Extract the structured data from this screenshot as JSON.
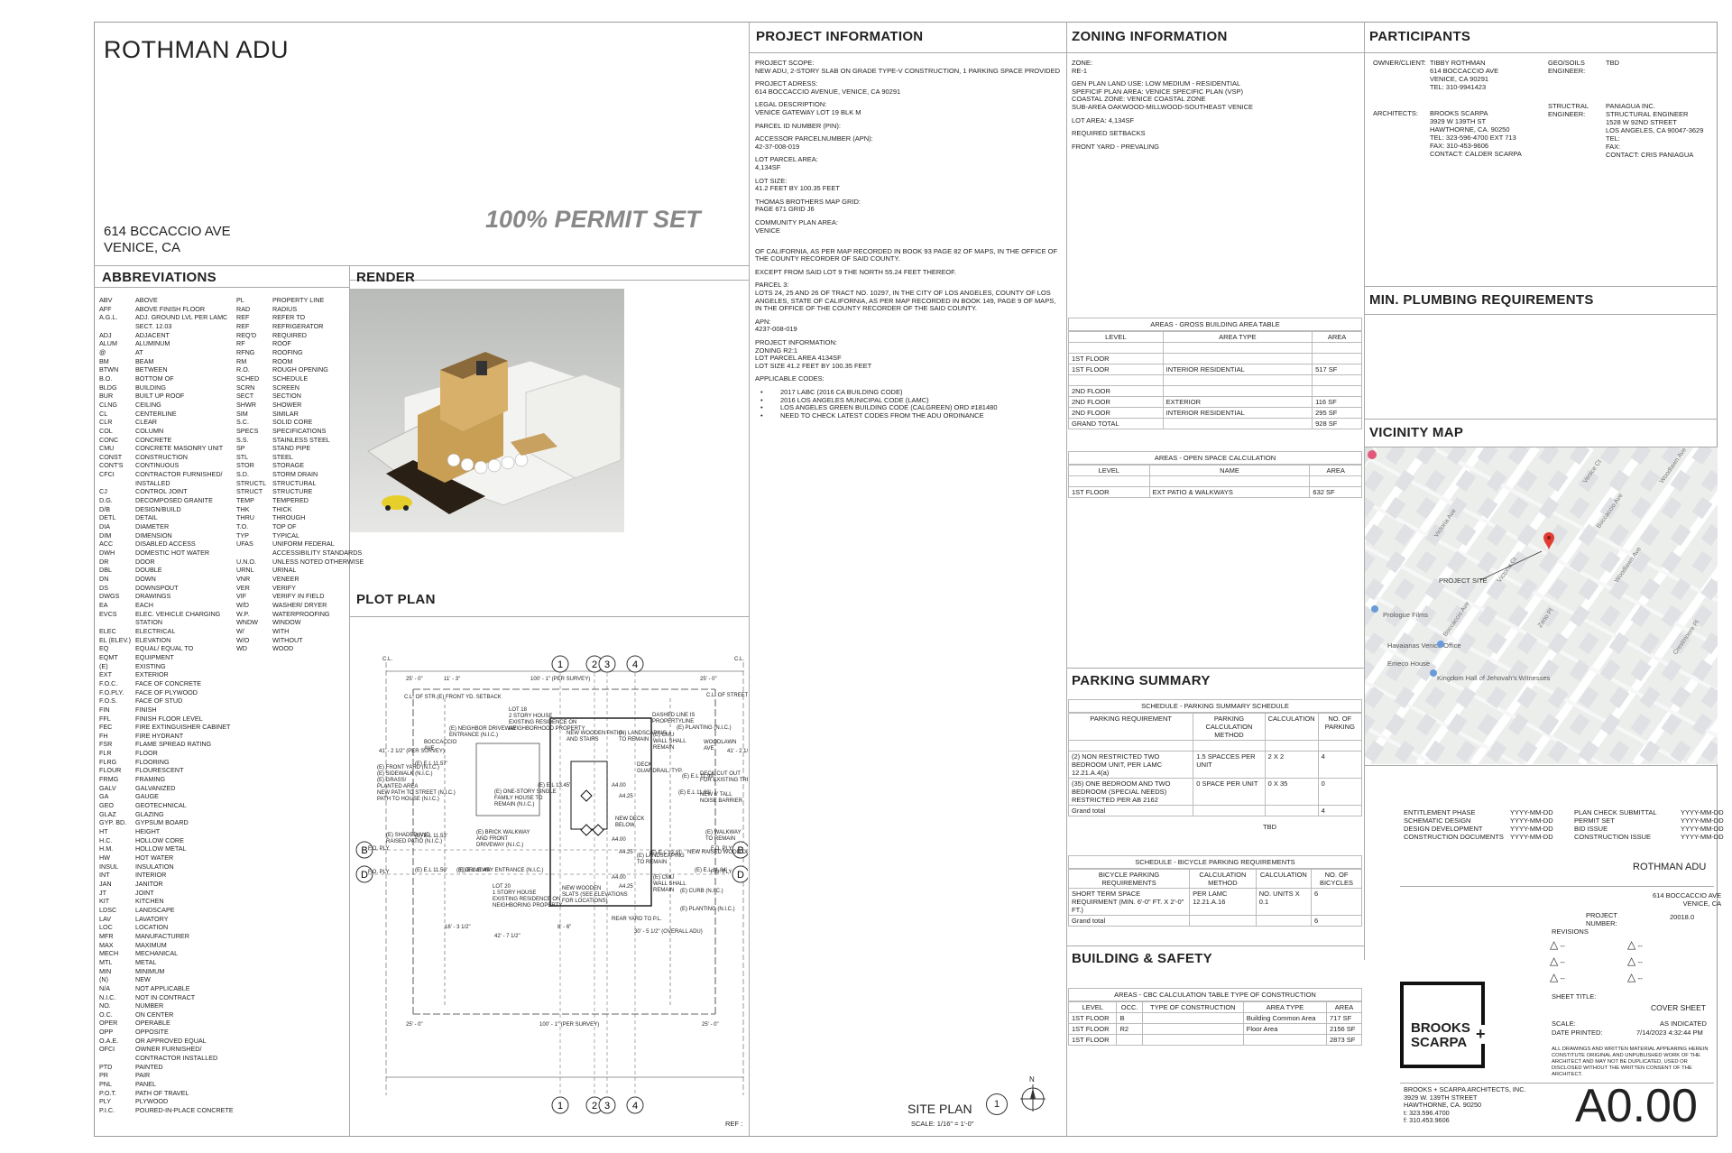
{
  "title_block": {
    "project_name": "ROTHMAN ADU",
    "address_line1": "614 BCCACCIO AVE",
    "address_line2": "VENICE, CA",
    "permit_label": "100% PERMIT SET"
  },
  "sections": {
    "abbreviations": "ABBREVIATIONS",
    "render": "RENDER",
    "plot_plan": "PLOT PLAN",
    "project_information": "PROJECT INFORMATION",
    "zoning_information": "ZONING INFORMATION",
    "participants": "PARTICIPANTS",
    "min_plumbing": "MIN. PLUMBING REQUIREMENTS",
    "vicinity_map": "VICINITY MAP",
    "parking_summary": "PARKING SUMMARY",
    "building_safety": "BUILDING & SAFETY"
  },
  "abbreviations_left": [
    [
      "ABV",
      "ABOVE"
    ],
    [
      "AFF",
      "ABOVE FINISH FLOOR"
    ],
    [
      "A.G.L.",
      "ADJ. GROUND LVL PER LAMC SECT. 12.03"
    ],
    [
      "ADJ",
      "ADJACENT"
    ],
    [
      "ALUM",
      "ALUMINUM"
    ],
    [
      "@",
      "AT"
    ],
    [
      "BM",
      "BEAM"
    ],
    [
      "BTWN",
      "BETWEEN"
    ],
    [
      "B.O.",
      "BOTTOM OF"
    ],
    [
      "BLDG",
      "BUILDING"
    ],
    [
      "BUR",
      "BUILT UP ROOF"
    ],
    [
      "CLNG",
      "CEILING"
    ],
    [
      "CL",
      "CENTERLINE"
    ],
    [
      "CLR",
      "CLEAR"
    ],
    [
      "COL",
      "COLUMN"
    ],
    [
      "CONC",
      "CONCRETE"
    ],
    [
      "CMU",
      "CONCRETE MASONRY UNIT"
    ],
    [
      "CONST",
      "CONSTRUCTION"
    ],
    [
      "CONT'S",
      "CONTINUOUS"
    ],
    [
      "CFCI",
      "CONTRACTOR FURNISHED/ INSTALLED"
    ],
    [
      "CJ",
      "CONTROL JOINT"
    ],
    [
      "D.G.",
      "DECOMPOSED GRANITE"
    ],
    [
      "D/B",
      "DESIGN/BUILD"
    ],
    [
      "DETL",
      "DETAIL"
    ],
    [
      "DIA",
      "DIAMETER"
    ],
    [
      "DIM",
      "DIMENSION"
    ],
    [
      "ACC",
      "DISABLED ACCESS"
    ],
    [
      "DWH",
      "DOMESTIC HOT WATER"
    ],
    [
      "DR",
      "DOOR"
    ],
    [
      "DBL",
      "DOUBLE"
    ],
    [
      "DN",
      "DOWN"
    ],
    [
      "DS",
      "DOWNSPOUT"
    ],
    [
      "DWGS",
      "DRAWINGS"
    ],
    [
      "EA",
      "EACH"
    ],
    [
      "EVCS",
      "ELEC. VEHICLE CHARGING STATION"
    ],
    [
      "ELEC",
      "ELECTRICAL"
    ],
    [
      "EL (ELEV.)",
      "ELEVATION"
    ],
    [
      "EQ",
      "EQUAL/ EQUAL TO"
    ],
    [
      "EQMT",
      "EQUIPMENT"
    ],
    [
      "(E)",
      "EXISTING"
    ],
    [
      "EXT",
      "EXTERIOR"
    ],
    [
      "F.O.C.",
      "FACE OF CONCRETE"
    ],
    [
      "F.O.PLY.",
      "FACE OF PLYWOOD"
    ],
    [
      "F.O.S.",
      "FACE OF STUD"
    ],
    [
      "FIN",
      "FINISH"
    ],
    [
      "FFL",
      "FINISH FLOOR LEVEL"
    ],
    [
      "FEC",
      "FIRE EXTINGUISHER CABINET"
    ],
    [
      "FH",
      "FIRE HYDRANT"
    ],
    [
      "FSR",
      "FLAME SPREAD RATING"
    ],
    [
      "FLR",
      "FLOOR"
    ],
    [
      "FLRG",
      "FLOORING"
    ],
    [
      "FLOUR",
      "FLOURESCENT"
    ],
    [
      "FRMG",
      "FRAMING"
    ],
    [
      "GALV",
      "GALVANIZED"
    ],
    [
      "GA",
      "GAUGE"
    ],
    [
      "GEO",
      "GEOTECHNICAL"
    ],
    [
      "GLAZ",
      "GLAZING"
    ],
    [
      "GYP. BD.",
      "GYPSUM BOARD"
    ],
    [
      "HT",
      "HEIGHT"
    ],
    [
      "H.C.",
      "HOLLOW CORE"
    ],
    [
      "H.M.",
      "HOLLOW METAL"
    ],
    [
      "HW",
      "HOT WATER"
    ],
    [
      "INSUL",
      "INSULATION"
    ],
    [
      "INT",
      "INTERIOR"
    ],
    [
      "JAN",
      "JANITOR"
    ],
    [
      "JT",
      "JOINT"
    ],
    [
      "KIT",
      "KITCHEN"
    ],
    [
      "LDSC",
      "LANDSCAPE"
    ],
    [
      "LAV",
      "LAVATORY"
    ],
    [
      "LOC",
      "LOCATION"
    ],
    [
      "MFR",
      "MANUFACTURER"
    ],
    [
      "MAX",
      "MAXIMUM"
    ],
    [
      "MECH",
      "MECHANICAL"
    ],
    [
      "MTL",
      "METAL"
    ],
    [
      "MIN",
      "MINIMUM"
    ],
    [
      "(N)",
      "NEW"
    ],
    [
      "N/A",
      "NOT APPLICABLE"
    ],
    [
      "N.I.C.",
      "NOT IN CONTRACT"
    ],
    [
      "NO.",
      "NUMBER"
    ],
    [
      "O.C.",
      "ON CENTER"
    ],
    [
      "OPER",
      "OPERABLE"
    ],
    [
      "OPP",
      "OPPOSITE"
    ],
    [
      "O.A.E.",
      "OR APPROVED EQUAL"
    ],
    [
      "OFCI",
      "OWNER FURNISHED/ CONTRACTOR INSTALLED"
    ],
    [
      "PTD",
      "PAINTED"
    ],
    [
      "PR",
      "PAIR"
    ],
    [
      "PNL",
      "PANEL"
    ],
    [
      "P.O.T.",
      "PATH OF TRAVEL"
    ],
    [
      "PLY",
      "PLYWOOD"
    ],
    [
      "P.I.C.",
      "POURED-IN-PLACE CONCRETE"
    ]
  ],
  "abbreviations_right": [
    [
      "PL",
      "PROPERTY LINE"
    ],
    [
      "RAD",
      "RADIUS"
    ],
    [
      "REF",
      "REFER TO"
    ],
    [
      "REF",
      "REFRIGERATOR"
    ],
    [
      "REQ'D",
      "REQUIRED"
    ],
    [
      "RF",
      "ROOF"
    ],
    [
      "RFNG",
      "ROOFING"
    ],
    [
      "RM",
      "ROOM"
    ],
    [
      "R.O.",
      "ROUGH OPENING"
    ],
    [
      "SCHED",
      "SCHEDULE"
    ],
    [
      "SCRN",
      "SCREEN"
    ],
    [
      "SECT",
      "SECTION"
    ],
    [
      "SHWR",
      "SHOWER"
    ],
    [
      "SIM",
      "SIMILAR"
    ],
    [
      "S.C.",
      "SOLID CORE"
    ],
    [
      "SPECS",
      "SPECIFICATIONS"
    ],
    [
      "S.S.",
      "STAINLESS STEEL"
    ],
    [
      "SP",
      "STAND PIPE"
    ],
    [
      "STL",
      "STEEL"
    ],
    [
      "STOR",
      "STORAGE"
    ],
    [
      "S.D.",
      "STORM DRAIN"
    ],
    [
      "STRUCTL",
      "STRUCTURAL"
    ],
    [
      "STRUCT",
      "STRUCTURE"
    ],
    [
      "TEMP",
      "TEMPERED"
    ],
    [
      "THK",
      "THICK"
    ],
    [
      "THRU",
      "THROUGH"
    ],
    [
      "T.O.",
      "TOP OF"
    ],
    [
      "TYP",
      "TYPICAL"
    ],
    [
      "UFAS",
      "UNIFORM FEDERAL ACCESSIBILITY STANDARDS"
    ],
    [
      "U.N.O.",
      "UNLESS NOTED OTHERWISE"
    ],
    [
      "URNL",
      "URINAL"
    ],
    [
      "VNR",
      "VENEER"
    ],
    [
      "VER",
      "VERIFY"
    ],
    [
      "VIF",
      "VERIFY IN FIELD"
    ],
    [
      "W/D",
      "WASHER/ DRYER"
    ],
    [
      "W.P.",
      "WATERPROOFING"
    ],
    [
      "WNDW",
      "WINDOW"
    ],
    [
      "W/",
      "WITH"
    ],
    [
      "W/O",
      "WITHOUT"
    ],
    [
      "WD",
      "WOOD"
    ]
  ],
  "project_information": [
    "PROJECT SCOPE:\nNEW ADU, 2-STORY SLAB ON GRADE TYPE-V CONSTRUCTION, 1 PARKING SPACE PROVIDED",
    "PROJECT ADRESS:\n614 BOCCACCIO AVENUE, VENICE, CA 90291",
    "LEGAL DESCRIPTION:\nVENICE GATEWAY LOT 19 BLK M",
    "PARCEL ID NUMBER (PIN):",
    "ACCESSOR PARCELNUMBER (APN):\n42-37-008-019",
    "LOT PARCEL AREA:\n4,134SF",
    "LOT SIZE:\n41.2 FEET BY 100.35 FEET",
    "THOMAS BROTHERS MAP GRID:\nPAGE 671 GRID J6",
    "COMMUNITY PLAN AREA:\nVENICE",
    "\nOF CALIFORNIA, AS PER MAP RECORDED IN BOOK 93 PAGE 82 OF MAPS, IN THE OFFICE OF THE COUNTY RECORDER OF SAID COUNTY.",
    "EXCEPT FROM SAID LOT 9 THE NORTH 55.24 FEET THEREOF.",
    "PARCEL 3:\nLOTS 24, 25 AND 26 OF TRACT NO. 10297, IN THE CITY OF LOS ANGELES, COUNTY OF LOS ANGELES, STATE OF CALIFORNIA, AS PER MAP RECORDED IN BOOK 149, PAGE 9 OF MAPS, IN THE OFFICE OF THE COUNTY RECORDER OF THE SAID COUNTY.",
    "APN:\n4237-008-019",
    "PROJECT INFORMATION:\nZONING R2:1\nLOT PARCEL AREA 4134SF\nLOT SIZE 41.2 FEET BY 100.35 FEET",
    "APPLICABLE CODES:"
  ],
  "applicable_codes": [
    "2017 LABC (2016 CA BUILDING CODE)",
    "2016 LOS ANGELES MUNICIPAL CODE (LAMC)",
    "LOS ANGELES GREEN BUILDING CODE (CALGREEN) ORD #181480",
    "NEED TO CHECK LATEST CODES FROM THE ADU ORDINANCE"
  ],
  "zoning": [
    "ZONE:\nRE-1",
    "GEN PLAN LAND USE: LOW MEDIUM - RESIDENTIAL\nSPEFICIF PLAN AREA: VENICE SPECIFIC PLAN (VSP)\nCOASTAL ZONE: VENICE COASTAL ZONE\nSUB-AREA OAKWOOD-MILLWOOD-SOUTHEAST VENICE",
    "LOT AREA: 4,134SF",
    "REQUIRED SETBACKS",
    "FRONT YARD - PREVALING"
  ],
  "participants": {
    "owner_label": "OWNER/CLIENT:",
    "owner": "TIBBY ROTHMAN\n614 BOCCACCIO AVE\nVENICE, CA 90291\nTEL: 310-9941423",
    "geo_label": "GEO/SOILS\nENGINEER:",
    "geo": "TBD",
    "arch_label": "ARCHITECTS:",
    "arch": "BROOKS SCARPA\n3929 W 139TH ST\nHAWTHORNE, CA. 90250\nTEL: 323-596-4700 EXT 713\nFAX: 310-453-9606\nCONTACT: CALDER SCARPA",
    "struct_label": "STRUCTRAL\nENGINEER:",
    "struct": "PANIAGUA INC.\nSTRUCTURAL ENGINEER\n1528 W 92ND STREET\nLOS ANGELES, CA 90047-3629\nTEL:\nFAX:\nCONTACT: CRIS PANIAGUA"
  },
  "gross_area_table": {
    "title": "AREAS - GROSS BUILDING AREA TABLE",
    "headers": [
      "LEVEL",
      "AREA TYPE",
      "AREA"
    ],
    "rows": [
      [
        "",
        "",
        ""
      ],
      [
        "1ST FLOOR",
        "",
        ""
      ],
      [
        "1ST FLOOR",
        "INTERIOR RESIDENTIAL",
        "517 SF"
      ],
      [
        "",
        "",
        ""
      ],
      [
        "2ND FLOOR",
        "",
        ""
      ],
      [
        "2ND FLOOR",
        "EXTERIOR",
        "116 SF"
      ],
      [
        "2ND FLOOR",
        "INTERIOR RESIDENTIAL",
        "295 SF"
      ],
      [
        "GRAND TOTAL",
        "",
        "928 SF"
      ]
    ]
  },
  "open_space_table": {
    "title": "AREAS - OPEN SPACE CALCULATION",
    "headers": [
      "LEVEL",
      "NAME",
      "AREA"
    ],
    "rows": [
      [
        "",
        "",
        ""
      ],
      [
        "1ST FLOOR",
        "EXT PATIO & WALKWAYS",
        "632 SF"
      ]
    ]
  },
  "parking_table": {
    "title": "SCHEDULE - PARKING SUMMARY SCHEDULE",
    "headers": [
      "PARKING REQUIREMENT",
      "PARKING CALCULATION METHOD",
      "CALCULATION",
      "NO. OF PARKING"
    ],
    "rows": [
      [
        "",
        "",
        "",
        ""
      ],
      [
        "(2) NON RESTRICTED TWO BEDROOM UNIT, PER LAMC 12.21.A.4(a)",
        "1.5 SPACCES PER UNIT",
        "2 X 2",
        "4"
      ],
      [
        "(35) ONE BEDROOM AND TWO BEDROOM (SPECIAL NEEDS) RESTRICTED PER AB 2162",
        "0 SPACE PER UNIT",
        "0 X 35",
        "0"
      ],
      [
        "Grand total",
        "",
        "",
        "4"
      ]
    ]
  },
  "tbd_label": "TBD",
  "bicycle_table": {
    "title": "SCHEDULE - BICYCLE PARKING REQUIREMENTS",
    "headers": [
      "BICYCLE PARKING REQUIREMENTS",
      "CALCULATION METHOD",
      "CALCULATION",
      "NO. OF BICYCLES"
    ],
    "rows": [
      [
        "SHORT TERM SPACE REQUIRMENT (MIN. 6'-0\" FT. X 2'-0\" FT.)",
        "PER LAMC 12.21.A.16",
        "NO. UNITS X 0.1",
        "6"
      ],
      [
        "Grand total",
        "",
        "",
        "6"
      ]
    ]
  },
  "cbc_table": {
    "title": "AREAS - CBC CALCULATION TABLE TYPE OF CONSTRUCTION",
    "headers": [
      "LEVEL",
      "OCC.",
      "TYPE OF CONSTRUCTION",
      "AREA TYPE",
      "AREA"
    ],
    "rows": [
      [
        "1ST FLOOR",
        "B",
        "",
        "Building Common Area",
        "717 SF"
      ],
      [
        "1ST FLOOR",
        "R2",
        "",
        "Floor Area",
        "2156 SF"
      ],
      [
        "1ST FLOOR",
        "",
        "",
        "",
        "2873 SF"
      ]
    ]
  },
  "schedule": {
    "left": [
      [
        "ENTITLEMENT PHASE",
        "YYYY-MM-DD"
      ],
      [
        "SCHEMATIC DESIGN",
        "YYYY-MM-DD"
      ],
      [
        "DESIGN DEVELOPMENT",
        "YYYY-MM-DD"
      ],
      [
        "CONSTRUCTION DOCUMENTS",
        "YYYY-MM-DD"
      ]
    ],
    "right": [
      [
        "PLAN CHECK SUBMITTAL",
        "YYYY-MM-DD"
      ],
      [
        "PERMIT SET",
        "YYYY-MM-DD"
      ],
      [
        "BID ISSUE",
        "YYYY-MM-DD"
      ],
      [
        "CONSTRUCTION ISSUE",
        "YYYY-MM-DD"
      ]
    ]
  },
  "sheet_info": {
    "project": "ROTHMAN ADU",
    "address": "614 BOCCACCIO AVE\nVENICE, CA",
    "project_number_label": "PROJECT\nNUMBER:",
    "project_number": "20018.0",
    "revisions_label": "REVISIONS",
    "rev_dash": "--",
    "sheet_title_label": "SHEET TITLE:",
    "sheet_title": "COVER SHEET",
    "scale_label": "SCALE:",
    "scale": "AS INDICATED",
    "date_label": "DATE PRINTED:",
    "date": "7/14/2023 4:32:44 PM",
    "disclaimer": "ALL DRAWINGS AND WRITTEN MATERIAL APPEARING HEREIN CONSTITUTE ORIGINAL AND UNPUBLISHED WORK OF THE ARCHITECT AND MAY NOT BE DUPLICATED, USED OR DISCLOSED WITHOUT THE WRITTEN CONSENT OF THE ARCHITECT.",
    "logo_line1": "BROOKS",
    "logo_line2": "SCARPA",
    "firm": "BROOKS + SCARPA ARCHITECTS, INC.\n3929 W. 139TH STREET\nHAWTHORNE, CA. 90250\nt: 323.596.4700\nf: 310.453.9606",
    "sheet_number": "A0.00"
  },
  "vicinity": {
    "project_site": "PROJECT SITE",
    "streets": [
      "Boccaccio Ave",
      "Woodlawn Ave",
      "Victoria Ave",
      "Victoria Ct",
      "Venice Ct",
      "Zeno Pl",
      "Crestmoore Pl",
      "Boccaccio Ave",
      "Woodlawn Ave"
    ],
    "places": [
      "Prologue Films",
      "Havaianas Venice Office",
      "Emeco House",
      "Kingdom Hall of Jehovah's Witnesses"
    ]
  },
  "site_plan": {
    "title": "SITE PLAN",
    "number": "1",
    "scale": "SCALE:  1/16\" = 1'-0\"",
    "ref": "REF :",
    "north": "N",
    "grid_top": [
      "1",
      "2",
      "3",
      "4"
    ],
    "grid_side": [
      "B",
      "D"
    ],
    "labels": [
      "C.L.",
      "C.L.",
      "25' - 0\"",
      "11' - 3\"",
      "100' - 1\" (PER SURVEY)",
      "25' - 0\"",
      "C.L. OF STREET",
      "C.L. OF STR.(E) FRONT YD. SETBACK",
      "LOT 18\n2 STORY HOUSE\nEXISTING RESIDENCE ON\nNEIGHBORHOOD PROPERTY",
      "(E) NEIGHBOR DRIVEWAY\nENTRANCE (N.I.C.)",
      "NEW WOODEN PATIO\nAND STAIRS",
      "(N) LANDSCAPING\nTO REMAIN",
      "DASHED LINE IS\nPROPERTYLINE",
      "(E) CMU\nWALL SHALL\nREMAIN",
      "(E) PLANTING (N.I.C.)",
      "(E) FRONT YARD (N.I.C.)\n(E) SIDEWALK (N.I.C.)\n(E) GRASS/\nPLANTED AREA\nNEW PATH TO STREET (N.I.C.)\nPATH TO HOUSE (N.I.C.)",
      "(E) ONE-STORY SINGLE\nFAMILY HOUSE TO\nREMAIN (N.I.C.)",
      "DECK\nGUARDRAIL, TYP.",
      "DECK CUT OUT\nFOR EXISTING TREE",
      "NEW 6' TALL\nNOISE BARRIER",
      "NEW DECK\nBELOW",
      "(E) SHADED AND\nRAISED PATIO (N.I.C.)",
      "(E) BRICK WALKWAY\nAND FRONT\nDRIVEWAY (N.I.C.)",
      "(E) WALKWAY\nTO REMAIN",
      "NEW RAISED WOOD DECK",
      "(E) DRIVEWAY ENTRANCE (N.I.C.)",
      "LOT 20\n1 STORY HOUSE\nEXISTING RESIDENCE ON\nNEIGHBORING PROPERTY",
      "NEW WOODEN\nSLATS (SEE ELEVATIONS\nFOR LOCATIONS)",
      "(E) LANDSCAPING\nTO REMAIN",
      "(E) CMU\nWALL SHALL\nREMAIN",
      "(E) CURB (N.I.C.)",
      "(E) PLANTING (N.I.C.)",
      "16' - 3 1/2\"",
      "42' - 7 1/2\"",
      "8' - 6\"",
      "30' - 5 1/2\" (OVERALL ADU)",
      "REAR YARD TO P.L.",
      "25' - 0\"",
      "100' - 1\" (PER SURVEY)",
      "25' - 0\"",
      "(E) E.L 11.57'",
      "(E) E.L 11.53'",
      "(E) E.L 11.50'",
      "(E) E.L 11.45'",
      "(E) E.L 13.45'",
      "(E) E.L 12.31'",
      "(E) E.L 11.99'",
      "(E) E.L 11.84'",
      "(E) E.L 11.93'",
      "A4.00",
      "A4.25",
      "A4.00",
      "A4.25",
      "A4.00",
      "A4.25",
      "F.O. PLY",
      "F.O. PLY",
      "F.O. PLY",
      "F.O. PLY",
      "BOCCACCIO\nAVE",
      "WOODLAWN\nAVE",
      "41' - 2 1/2\" (PER SURVEY)",
      "41' - 2 1/2\" (PER SURVEY)"
    ]
  }
}
